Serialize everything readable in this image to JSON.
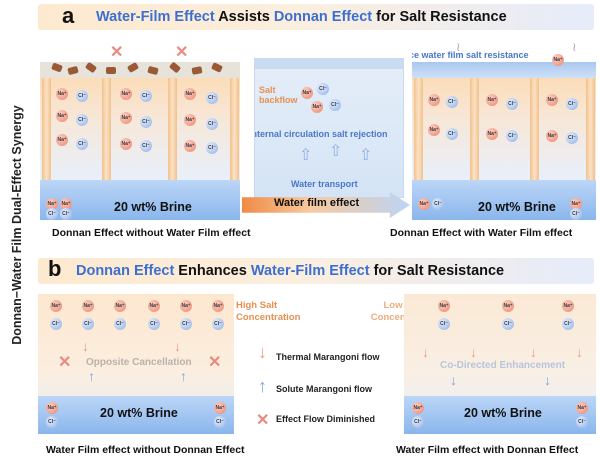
{
  "side_label": "Donnan−Water Film Dual-Effect Synergy",
  "panel_a": {
    "letter": "a",
    "title_parts": [
      "Water-Film Effect",
      " Assists ",
      "Donnan Effect",
      " for Salt Resistance"
    ],
    "brine_left": "20 wt% Brine",
    "brine_right": "20 wt% Brine",
    "caption_left": "Donnan Effect without Water Film effect",
    "caption_right": "Donnan Effect with Water Film effect",
    "salt_backflow": "Salt backflow",
    "internal_circulation": "Internal circulation salt rejection",
    "water_transport": "Water transport",
    "water_film_effect": "Water film effect",
    "surface_film": "Surface water film salt resistance"
  },
  "panel_b": {
    "letter": "b",
    "title_parts": [
      "Donnan Effect",
      " Enhances ",
      "Water-Film Effect",
      " for Salt Resistance"
    ],
    "brine_left": "20 wt% Brine",
    "brine_right": "20 wt% Brine",
    "caption_left": "Water Film effect without Donnan Effect",
    "caption_right": "Water Film effect with Donnan Effect",
    "high_salt": "High Salt Concentration",
    "low_salt": "Low Salt Concentration",
    "opposite_cancellation": "Opposite Cancellation",
    "co_directed": "Co-Directed Enhancement",
    "legend": [
      "Thermal Marangoni flow",
      "Solute Marangoni flow",
      "Effect Flow Diminished"
    ]
  },
  "ions": {
    "na": "Na⁺",
    "cl": "Cl⁻"
  },
  "colors": {
    "accent_blue": "#3d6fd0",
    "orange": "#e8904f",
    "cross": "#e98a80"
  }
}
